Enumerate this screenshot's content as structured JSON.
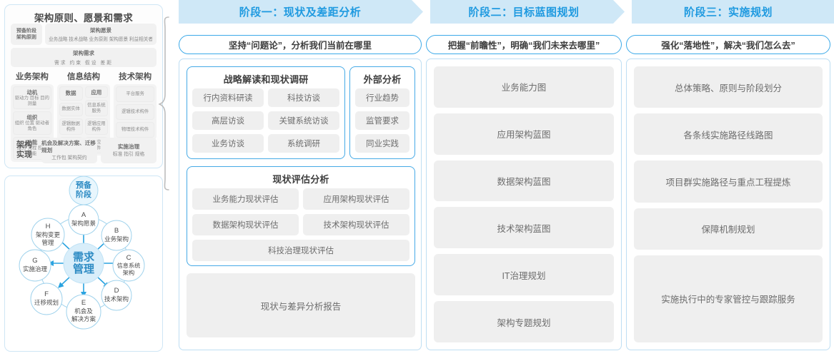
{
  "left": {
    "togaf": {
      "title": "架构原则、愿景和需求",
      "prep": {
        "line1": "预备阶段",
        "line2": "架构原则"
      },
      "vision": {
        "title": "架构愿景",
        "items": "业务战略 技术战略 业务原则 架构愿景 利益相关者"
      },
      "requirements": {
        "title": "架构需求",
        "items": "需求  约束  假设  差距"
      },
      "pillars": [
        {
          "title": "业务架构",
          "groups": [
            {
              "title": "动机",
              "items": "驱动力 目标 目的 测量"
            },
            {
              "title": "组织",
              "items": "组织 位置 驱动者 角色"
            },
            {
              "title": "功能",
              "items": "服务 流程 控制 功能"
            }
          ]
        },
        {
          "title": "信息结构",
          "columns": [
            {
              "head": "数据",
              "items": [
                "数据实体",
                "逻辑数据构件",
                "物理数据构件"
              ]
            },
            {
              "head": "应用",
              "items": [
                "信息系统服务",
                "逻辑应用构件",
                "物理应用构件"
              ]
            }
          ]
        },
        {
          "title": "技术架构",
          "items": [
            "平台服务",
            "逻辑技术构件",
            "物理技术构件"
          ]
        }
      ],
      "implementation": {
        "label": "架构\n实现",
        "boxes": [
          {
            "title": "机会及解决方案、迁移规划",
            "items": "工作包  架构契约"
          },
          {
            "title": "实施治理",
            "items": "标准  指引  规格"
          }
        ]
      }
    },
    "cycle": {
      "top": "预备\n阶段",
      "center": "需求\n管理",
      "nodes": [
        {
          "key": "A",
          "label": "架构愿景"
        },
        {
          "key": "B",
          "label": "业务架构"
        },
        {
          "key": "C",
          "label": "信息系统\n架构"
        },
        {
          "key": "D",
          "label": "技术架构"
        },
        {
          "key": "E",
          "label": "机会及\n解决方案"
        },
        {
          "key": "F",
          "label": "迁移规划"
        },
        {
          "key": "G",
          "label": "实施治理"
        },
        {
          "key": "H",
          "label": "架构变更\n管理"
        }
      ]
    }
  },
  "phases": [
    {
      "band_label": "阶段一：现状及差距分析",
      "sub_banner": "坚持“问题论”，分析我们当前在哪里"
    },
    {
      "band_label": "阶段二：目标蓝图规划",
      "sub_banner": "把握“前瞻性”，明确“我们未来去哪里”"
    },
    {
      "band_label": "阶段三：实施规划",
      "sub_banner": "强化“落地性”，解决“我们怎么去”"
    }
  ],
  "phase1": {
    "research": {
      "title": "战略解读和现状调研",
      "chips": [
        "行内资料研读",
        "科技访谈",
        "高层访谈",
        "关键系统访谈",
        "业务访谈",
        "系统调研"
      ]
    },
    "external": {
      "title": "外部分析",
      "chips": [
        "行业趋势",
        "监管要求",
        "同业实践"
      ]
    },
    "assessment": {
      "title": "现状评估分析",
      "chips": [
        "业务能力现状评估",
        "应用架构现状评估",
        "数据架构现状评估",
        "技术架构现状评估"
      ],
      "full_chip": "科技治理现状评估"
    },
    "report": "现状与差异分析报告"
  },
  "phase2": {
    "items": [
      "业务能力图",
      "应用架构蓝图",
      "数据架构蓝图",
      "技术架构蓝图",
      "IT治理规划",
      "架构专题规划"
    ]
  },
  "phase3": {
    "items": [
      "总体策略、原则与阶段划分",
      "各条线实施路径线路图",
      "项目群实施路径与重点工程提炼",
      "保障机制规划",
      "实施执行中的专家管控与跟踪服务"
    ]
  },
  "colors": {
    "band_bg": "#cfe8f7",
    "band_text": "#1f9ae0",
    "border_blue": "#46aae6",
    "chip_bg": "#efefef",
    "chip_text": "#6d6d6d"
  }
}
